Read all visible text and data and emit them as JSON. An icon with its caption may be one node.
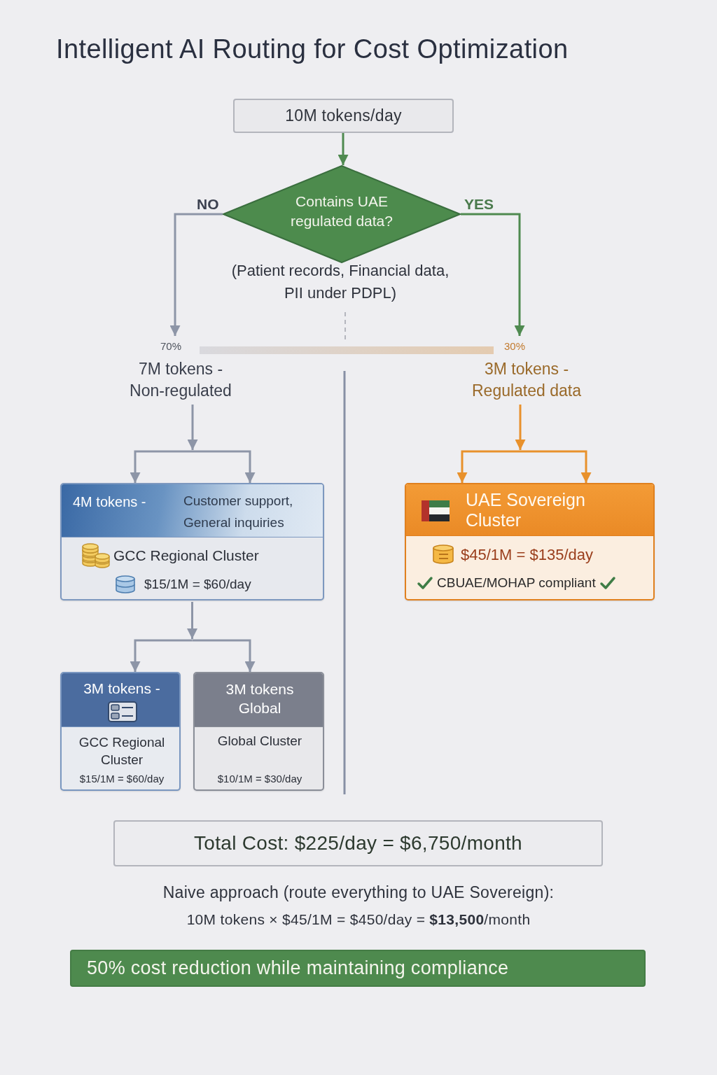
{
  "diagram": {
    "title": "Intelligent AI Routing for Cost Optimization",
    "nodes": [
      {
        "text": [
          "10M tokens/day"
        ]
      },
      {
        "text": [
          "Contains UAE regulated data?"
        ],
        "beside": [
          "(Patient records, Financial data, PII under PDPL)"
        ]
      },
      {
        "text": [
          "7M tokens - Non-regulated"
        ],
        "beside": [
          "70%"
        ]
      },
      {
        "text": [
          "3M tokens - Regulated data"
        ],
        "beside": [
          "30%"
        ]
      },
      {
        "text": [
          "4M tokens -",
          "Customer support, General inquiries",
          "GCC Regional Cluster",
          "$15/1M = $60/day"
        ]
      },
      {
        "text": [
          "UAE Sovereign Cluster",
          "$45/1M = $135/day",
          "CBUAE/MOHAP compliant"
        ]
      },
      {
        "text": [
          "3M tokens -",
          "GCC Regional Cluster",
          "$15/1M = $60/day"
        ]
      },
      {
        "text": [
          "3M tokens Global",
          "Global Cluster",
          "$10/1M = $30/day"
        ]
      },
      {
        "text": [
          "Total Cost: $225/day = $6,750/month"
        ]
      },
      {
        "text": [
          "50% cost reduction while maintaining compliance"
        ]
      }
    ],
    "edges": [
      {
        "from": 0,
        "to": 1,
        "arrow": "to",
        "color": "#4f8a50"
      },
      {
        "from": 1,
        "to": 2,
        "arrow": "to",
        "label": "NO"
      },
      {
        "from": 1,
        "to": 3,
        "arrow": "to",
        "label": "YES",
        "color": "#4f8a50"
      },
      {
        "from": 2,
        "to": 4,
        "arrow": "to"
      },
      {
        "from": 2,
        "to": 4,
        "arrow": "to"
      },
      {
        "from": 3,
        "to": 5,
        "arrow": "to",
        "color": "#e8912c"
      },
      {
        "from": 3,
        "to": 5,
        "arrow": "to",
        "color": "#e8912c"
      },
      {
        "from": 4,
        "to": 6,
        "arrow": "to"
      },
      {
        "from": 4,
        "to": 7,
        "arrow": "to"
      }
    ],
    "labels": [
      "Naive approach (route everything to UAE Sovereign):",
      "10M tokens × $45/1M = $450/day = **$13,500**/month"
    ]
  }
}
